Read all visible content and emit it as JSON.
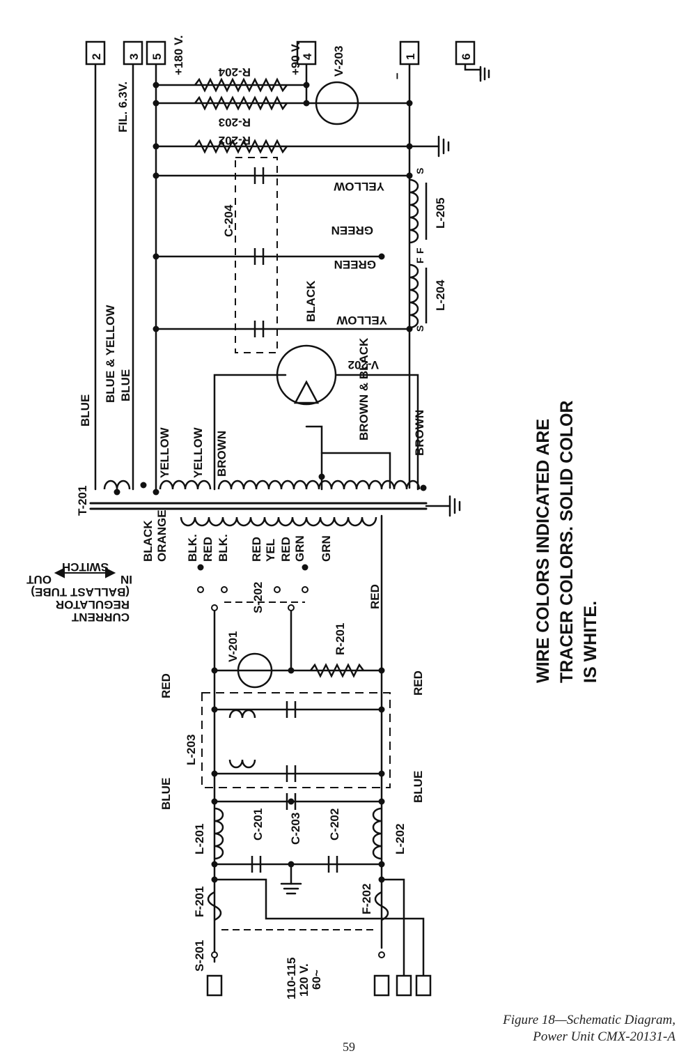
{
  "diagram": {
    "terminals": [
      "2",
      "3",
      "5",
      "4",
      "1",
      "6"
    ],
    "voltages": [
      "+180 V.",
      "+90 V."
    ],
    "filament_label": "FIL. 6.3V.",
    "minus_sign": "−",
    "components": {
      "v203": "V-203",
      "r204": "R-204",
      "r203": "R-203",
      "r202": "R-202",
      "c204": "C-204",
      "l205": "L-205",
      "l204": "L-204",
      "v202": "V-202",
      "t201": "T-201",
      "s202": "S-202",
      "v201": "V-201",
      "r201": "R-201",
      "l203": "L-203",
      "l201": "L-201",
      "l202": "L-202",
      "c201": "C-201",
      "c203": "C-203",
      "c202": "C-202",
      "f201": "F-201",
      "f202": "F-202",
      "s201": "S-201"
    },
    "choke_tap_letters": [
      "S",
      "F",
      "F",
      "S"
    ],
    "wire_colors": {
      "yellow": "YELLOW",
      "green": "GREEN",
      "black": "BLACK",
      "blue": "BLUE",
      "blue_yellow": "BLUE & YELLOW",
      "brown": "BROWN",
      "brown_black": "BROWN & BLACK",
      "red": "RED",
      "black_orange_1": "BLACK",
      "black_orange_2": "ORANGE",
      "blk": "BLK.",
      "red_blk_1": "RED",
      "red_blk_2": "BLK.",
      "red_yel_1": "RED",
      "red_yel_2": "YEL",
      "red_grn_1": "RED",
      "red_grn_2": "GRN",
      "grn": "GRN"
    },
    "ballast_note": [
      "CURRENT",
      "REGULATOR",
      "(BALLAST TUBE)"
    ],
    "switch_label": "SWITCH",
    "switch_out": "OUT",
    "switch_in": "IN",
    "input_supply": [
      "110-115",
      "120 V.",
      "60~"
    ],
    "note": [
      "WIRE COLORS INDICATED ARE",
      "TRACER COLORS. SOLID COLOR",
      "IS WHITE."
    ]
  },
  "caption": {
    "line1": "Figure 18—Schematic Diagram,",
    "line2": "Power Unit CMX-20131-A"
  },
  "page_number": "59"
}
